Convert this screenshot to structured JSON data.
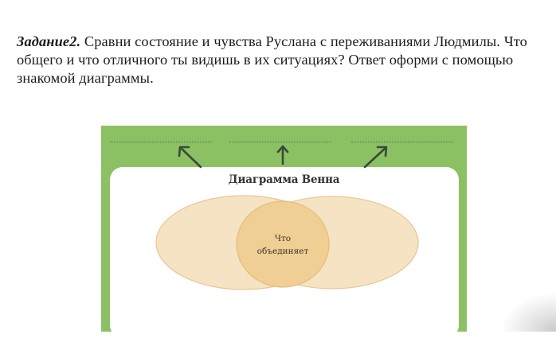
{
  "task": {
    "label": "Задание2.",
    "text": " Сравни состояние и чувства Руслана с переживаниями Людмилы. Что общего и что отличного ты видишь в их ситуациях? Ответ оформи с помощью знакомой диаграммы."
  },
  "diagram": {
    "title": "Диаграмма Венна",
    "center_line1": "Что",
    "center_line2": "объединяет",
    "colors": {
      "background": "#8bc163",
      "box": "#ffffff",
      "circle_fill": "#f6e3c3",
      "intersection_fill": "#f0cf95",
      "circle_stroke": "#e7c693",
      "arrow": "#3a4a3a"
    }
  }
}
